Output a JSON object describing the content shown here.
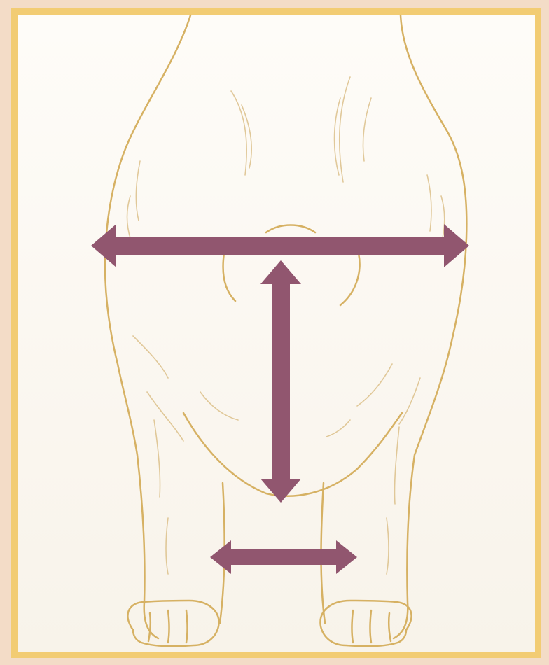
{
  "diagram": {
    "subject": "dog-front-view-measurement-guide",
    "colors": {
      "page_background": "#f3dcc7",
      "frame_border": "#f2cc73",
      "panel_background": "#fdfbf6",
      "outline": "#d6b163",
      "arrow": "#91566f"
    },
    "icons": {
      "chest_width": "double-arrow-horizontal",
      "chest_depth": "double-arrow-vertical",
      "leg_width": "double-arrow-horizontal"
    }
  }
}
